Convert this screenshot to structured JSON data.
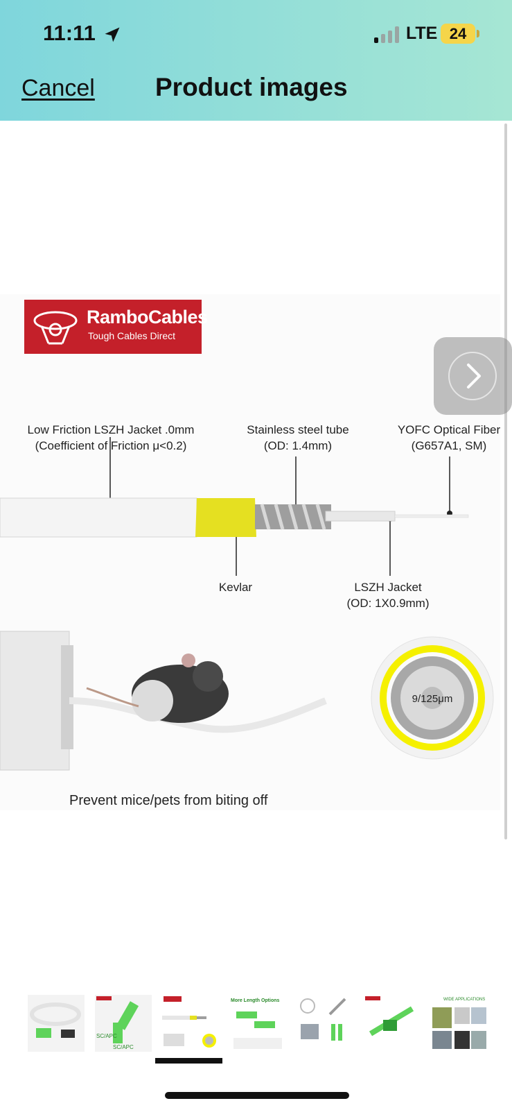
{
  "status_bar": {
    "time": "11:11",
    "network": "LTE",
    "battery": "24"
  },
  "header": {
    "cancel_label": "Cancel",
    "title": "Product images"
  },
  "image": {
    "logo_brand": "RamboCables",
    "logo_tagline": "Tough Cables Direct",
    "labels": {
      "jacket_line1": "Low Friction LSZH Jacket .0mm",
      "jacket_line2": "(Coefficient of Friction μ<0.2)",
      "tube_line1": "Stainless steel tube",
      "tube_line2": "(OD: 1.4mm)",
      "fiber_line1": "YOFC Optical Fiber",
      "fiber_line2": "(G657A1, SM)",
      "kevlar": "Kevlar",
      "lszh_line1": "LSZH Jacket",
      "lszh_line2": "(OD: 1X0.9mm)",
      "core": "9/125μm"
    },
    "caption": "Prevent mice/pets from biting off"
  },
  "thumbnails": {
    "selected_index": 2,
    "items": [
      {
        "name": "cable coil"
      },
      {
        "name": "SC/APC connectors",
        "labels": [
          "SC/APC",
          "SC/APC"
        ]
      },
      {
        "name": "cable structure"
      },
      {
        "name": "length options",
        "title": "More Length Options"
      },
      {
        "name": "cable components"
      },
      {
        "name": "adapter"
      },
      {
        "name": "applications",
        "title": "WIDE APPLICATIONS"
      }
    ]
  },
  "colors": {
    "header_start": "#7fd6dc",
    "header_end": "#a6e6d4",
    "logo_red": "#c4202a",
    "kevlar_yellow": "#e5e021",
    "connector_green": "#5ed35a"
  }
}
